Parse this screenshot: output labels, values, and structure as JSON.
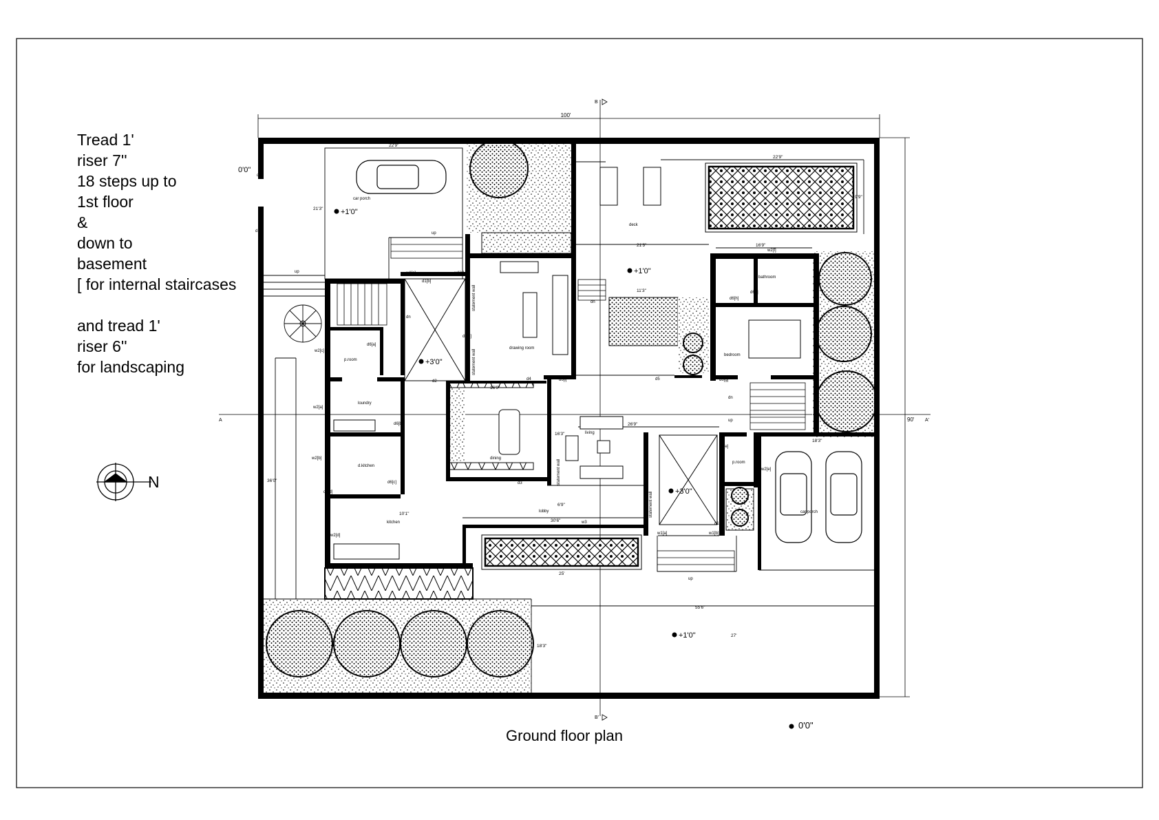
{
  "drawing": {
    "title": "Ground floor plan",
    "north_label": "N",
    "notes": [
      "Tread 1'",
      "riser 7''",
      "18 steps up to",
      "1st floor",
      "&",
      "down to",
      "basement",
      "[ for internal staircases",
      "",
      "and tread 1'",
      "riser 6''",
      "for landscaping"
    ],
    "datum_outside": "0'0\"",
    "datum_road": "0'0\""
  },
  "rooms": {
    "car_porch_top": "car porch",
    "car_porch_right": "car porch",
    "deck": "deck",
    "drawing_room": "drawing room",
    "dining": "dining",
    "living": "living",
    "lobby": "lobby",
    "kitchen": "kitchen",
    "dry_kitchen": "d.kitchen",
    "laundry": "loundry",
    "powder_left": "p.room",
    "powder_right": "p.room",
    "bedroom": "bedroom",
    "bathroom": "bathroom"
  },
  "levels": {
    "car_porch": "+1'0\"",
    "deck_court": "+1'0\"",
    "stair_hall": "+3'0\"",
    "lobby_stair": "+3'0\"",
    "front_yard": "+1'0\""
  },
  "dimensions": {
    "overall_width": "100'",
    "overall_depth": "90'",
    "porch_w": "22'9\"",
    "porch_d": "21'3\"",
    "pool_w": "22'9\"",
    "pool_d": "9'9\"",
    "deck_w": "21'3\"",
    "court_w": "11'3\"",
    "bed_w": "16'9\"",
    "side_strip": "36'0\"",
    "lobby_w": "30'6\"",
    "pond_w": "25'",
    "yard_w": "55'6\"",
    "yard_d": "27'",
    "garden_d": "18'3\"",
    "garage_w": "18'3\"",
    "dining_w": "16'9\"",
    "living_w": "26'9\"",
    "living_d": "16'3\"",
    "kitchen_d": "10'1\"",
    "lobby_d": "6'9\""
  },
  "tags": {
    "up": "up",
    "dn": "dn",
    "statement_wall": "statement wall",
    "d1a": "d1[a]",
    "d1b": "d1[b]",
    "d1c": "d1[c]",
    "d6a": "d6[a]",
    "d6b": "d6[b]",
    "d6c": "d6[c]",
    "d6d": "d6[d]",
    "d6e": "d6[e]",
    "d6f": "d6[f]",
    "d6g": "d6[g]",
    "d6h": "d6[h]",
    "d6i": "d6[i]",
    "w1a": "w1[a]",
    "w1b": "w1[b]",
    "w1c": "w1[c]",
    "w1d": "w1[d]",
    "w2a": "w2[a]",
    "w2b": "w2[b]",
    "w2c": "w2[c]",
    "w2d": "w2[d]",
    "w2e": "w2[e]",
    "w2f": "w2[f]",
    "d2": "d2",
    "d3": "d3",
    "d4": "d4",
    "d5": "d5",
    "d7": "d7",
    "d9": "d9",
    "d10": "d10",
    "w3": "w3",
    "sec_a_left": "A",
    "sec_a_right": "A'",
    "sec_b_top": "B",
    "sec_b_bottom": "B'"
  }
}
